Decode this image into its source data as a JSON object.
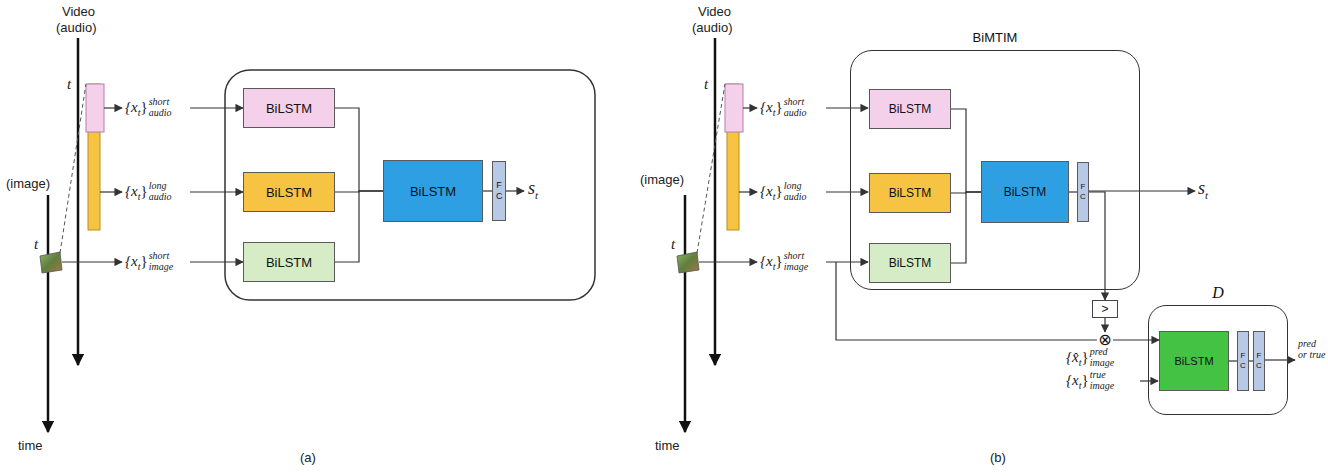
{
  "diagram": {
    "nodes": [
      {
        "text": [
          "BiLSTM"
        ]
      },
      {
        "text": [
          "BiLSTM"
        ]
      },
      {
        "text": [
          "BiLSTM"
        ]
      },
      {
        "text": [
          "BiLSTM"
        ]
      },
      {
        "text": [
          "F C"
        ]
      },
      {
        "text": [
          "BiMTIM"
        ]
      },
      {
        "text": [
          "BiLSTM"
        ],
        "in": 5
      },
      {
        "text": [
          "BiLSTM"
        ],
        "in": 5
      },
      {
        "text": [
          "BiLSTM"
        ],
        "in": 5
      },
      {
        "text": [
          "BiLSTM"
        ],
        "in": 5
      },
      {
        "text": [
          "F C"
        ],
        "in": 5
      },
      {
        "text": [
          ">"
        ]
      },
      {
        "text": [
          "⊗"
        ]
      },
      {
        "text": [
          "D"
        ]
      },
      {
        "text": [
          "BiLSTM"
        ],
        "in": 13
      },
      {
        "text": [
          "F C"
        ],
        "in": 13
      },
      {
        "text": [
          "F C"
        ],
        "in": 13
      }
    ],
    "edges": [
      {
        "from": 0,
        "to": 3,
        "arrow": "none"
      },
      {
        "from": 1,
        "to": 3,
        "arrow": "none"
      },
      {
        "from": 2,
        "to": 3,
        "arrow": "none"
      },
      {
        "from": 3,
        "to": 4,
        "arrow": "none"
      },
      {
        "from": 6,
        "to": 9,
        "arrow": "none"
      },
      {
        "from": 7,
        "to": 9,
        "arrow": "none"
      },
      {
        "from": 8,
        "to": 9,
        "arrow": "none"
      },
      {
        "from": 9,
        "to": 10,
        "arrow": "none"
      },
      {
        "from": 10,
        "to": 11,
        "arrow": "to"
      },
      {
        "from": 11,
        "to": 12,
        "arrow": "to"
      },
      {
        "from": 12,
        "to": 14,
        "arrow": "to"
      },
      {
        "from": 14,
        "to": 15,
        "arrow": "none"
      },
      {
        "from": 15,
        "to": 16,
        "arrow": "none"
      }
    ],
    "labels": [
      "Video",
      "(audio)",
      "t",
      "(image)",
      "t",
      "time",
      "{x",
      "t",
      "}",
      "short",
      "audio",
      "{x",
      "t",
      "}",
      "long",
      "audio",
      "{x",
      "t",
      "}",
      "short",
      "image",
      "s",
      "t",
      "(a)",
      "Video",
      "(audio)",
      "t",
      "(image)",
      "t",
      "time",
      "{x",
      "t",
      "}",
      "short",
      "audio",
      "{x",
      "t",
      "}",
      "long",
      "audio",
      "{x",
      "t",
      "}",
      "short",
      "image",
      "s",
      "t",
      "{x̂",
      "t",
      "}",
      "pred",
      "image",
      "{x",
      "t",
      "}",
      "true",
      "image",
      "pred or true",
      "(b)"
    ]
  }
}
